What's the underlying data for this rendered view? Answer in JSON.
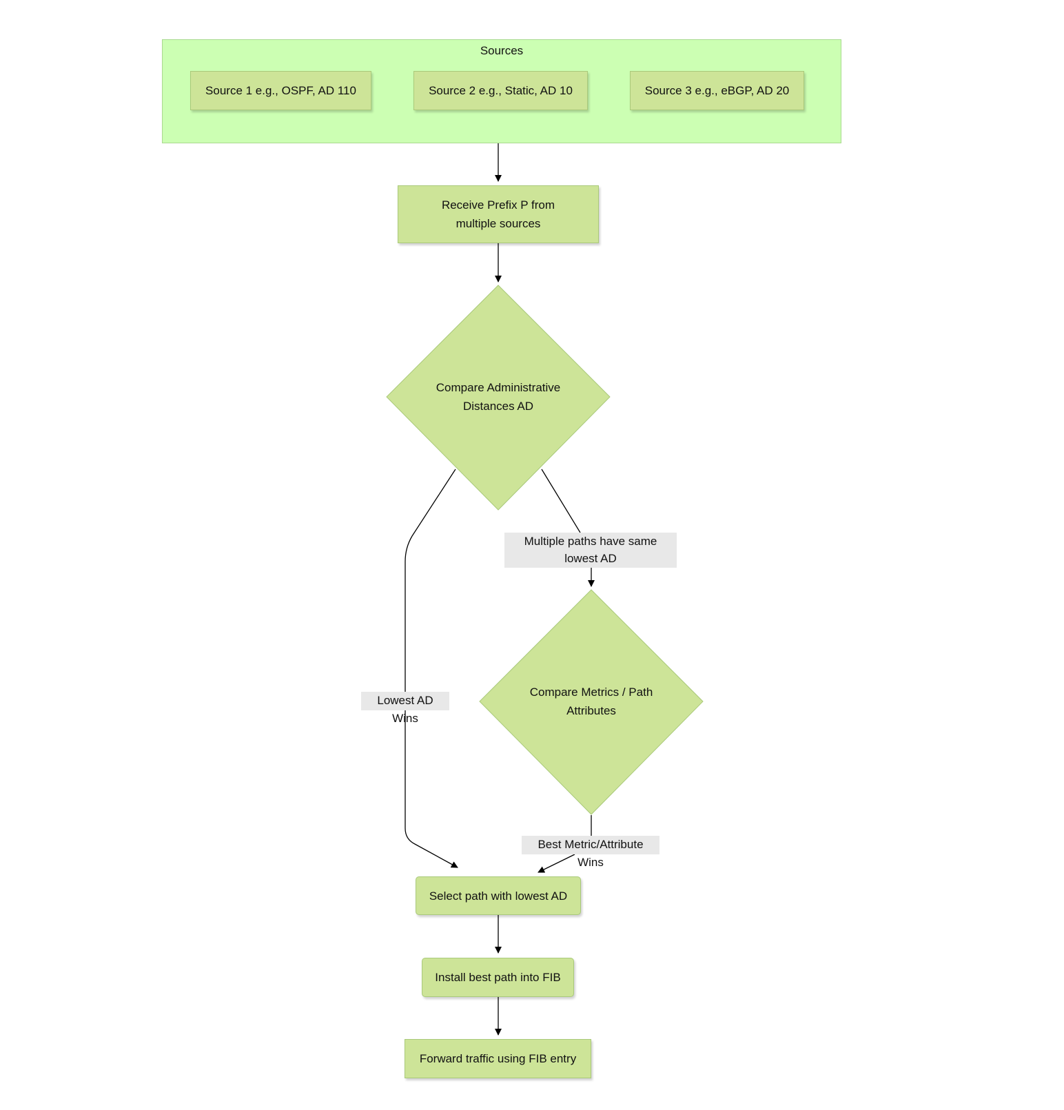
{
  "sources": {
    "title": "Sources",
    "items": [
      "Source 1 e.g., OSPF, AD 110",
      "Source 2 e.g., Static, AD 10",
      "Source 3 e.g., eBGP, AD 20"
    ]
  },
  "nodes": {
    "receive": "Receive Prefix P from multiple sources",
    "compare_ad": "Compare Administrative Distances AD",
    "compare_metrics": "Compare Metrics / Path Attributes",
    "select": "Select path with lowest AD",
    "install": "Install best path into FIB",
    "forward": "Forward traffic using FIB entry"
  },
  "edges": {
    "multiple_paths": "Multiple paths have same lowest AD",
    "lowest_ad_wins": "Lowest AD Wins",
    "best_metric_wins": "Best Metric/Attribute Wins"
  },
  "colors": {
    "cluster_fill": "#ccffb3",
    "node_fill": "#cde498",
    "edge_label_fill": "#e8e8e8"
  }
}
